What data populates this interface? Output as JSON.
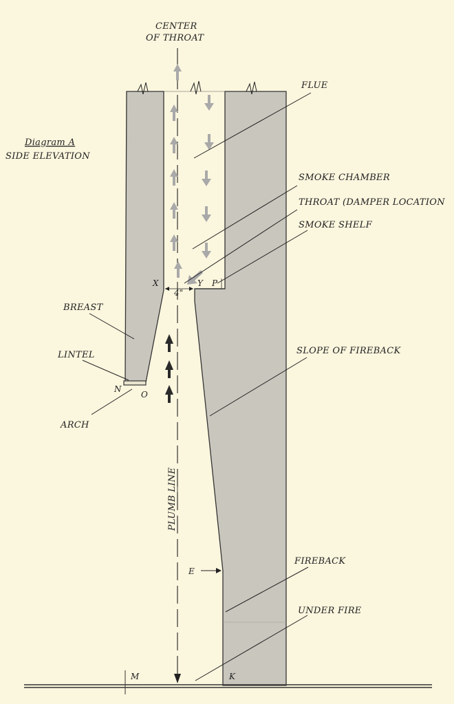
{
  "labels": {
    "center_of_throat_1": "CENTER",
    "center_of_throat_2": "OF THROAT",
    "diagram_title": "Diagram A",
    "diagram_subtitle": "SIDE ELEVATION",
    "flue": "FLUE",
    "smoke_chamber": "SMOKE CHAMBER",
    "throat": "THROAT (DAMPER LOCATION",
    "smoke_shelf": "SMOKE SHELF",
    "breast": "BREAST",
    "lintel": "LINTEL",
    "arch": "ARCH",
    "slope_of_fireback": "SLOPE OF FIREBACK",
    "plumb_line": "PLUMB LINE",
    "fireback": "FIREBACK",
    "under_fire": "UNDER FIRE",
    "point_x": "X",
    "point_y": "Y",
    "point_p": "P",
    "point_n": "N",
    "point_o": "O",
    "point_e": "E",
    "point_m": "M",
    "point_k": "K",
    "throat_width": "4\""
  },
  "colors": {
    "paper": "#fbf6de",
    "masonry": "#c9c6bd",
    "ink": "#222222",
    "arrow_light": "#a9a9a9",
    "arrow_dark": "#2a2a2a"
  },
  "icons": {
    "up_arrow": "up-arrow-icon",
    "down_arrow": "down-arrow-icon",
    "break_mark": "break-line-icon"
  }
}
